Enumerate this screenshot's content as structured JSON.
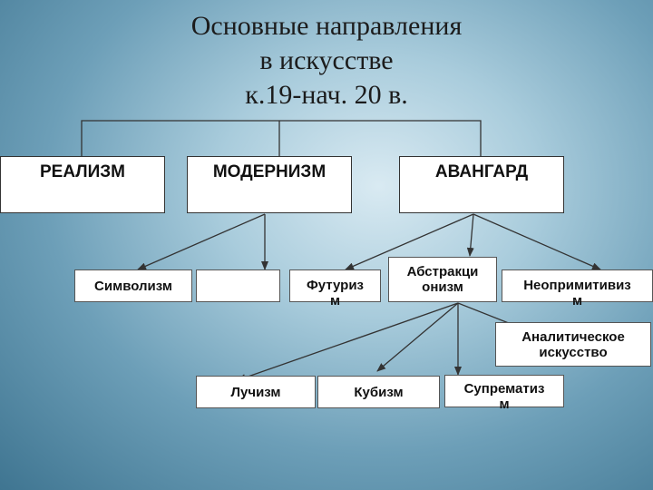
{
  "title": "Основные направления\nв искусстве\nк.19-нач. 20 в.",
  "boxes": {
    "realism": "РЕАЛИЗМ",
    "modernism": "МОДЕРНИЗМ",
    "avantgarde": "АВАНГАРД",
    "symbolism": "Символизм",
    "empty": "",
    "futurism": "Футуриз\nм",
    "abstractionism": "Абстракци\nонизм",
    "neoprimitivism": "Неопримитивиз\nм",
    "analytical_art": "Аналитическое\nискусство",
    "rayonism": "Лучизм",
    "cubism": "Кубизм",
    "suprematism": "Супрематиз\nм"
  },
  "colors": {
    "background": "#6d9fb8",
    "box": "#ffffff",
    "line": "#333333"
  }
}
